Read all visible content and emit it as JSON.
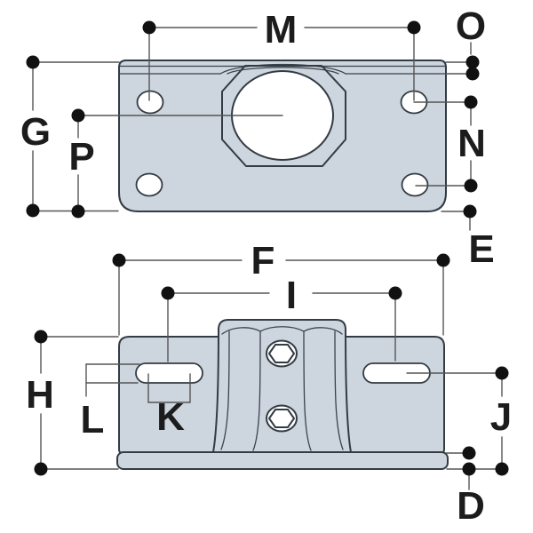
{
  "dimension_labels": {
    "M": "M",
    "O": "O",
    "G": "G",
    "P": "P",
    "N": "N",
    "E": "E",
    "F": "F",
    "I": "I",
    "H": "H",
    "L": "L",
    "K": "K",
    "J": "J",
    "D": "D"
  },
  "colors": {
    "background": "#FFFFFF",
    "plate_fill": "#CDD6DF",
    "outline": "#333B43",
    "dimension_line": "#555555",
    "marker_dot": "#111111",
    "hole_fill": "#FFFFFF"
  }
}
